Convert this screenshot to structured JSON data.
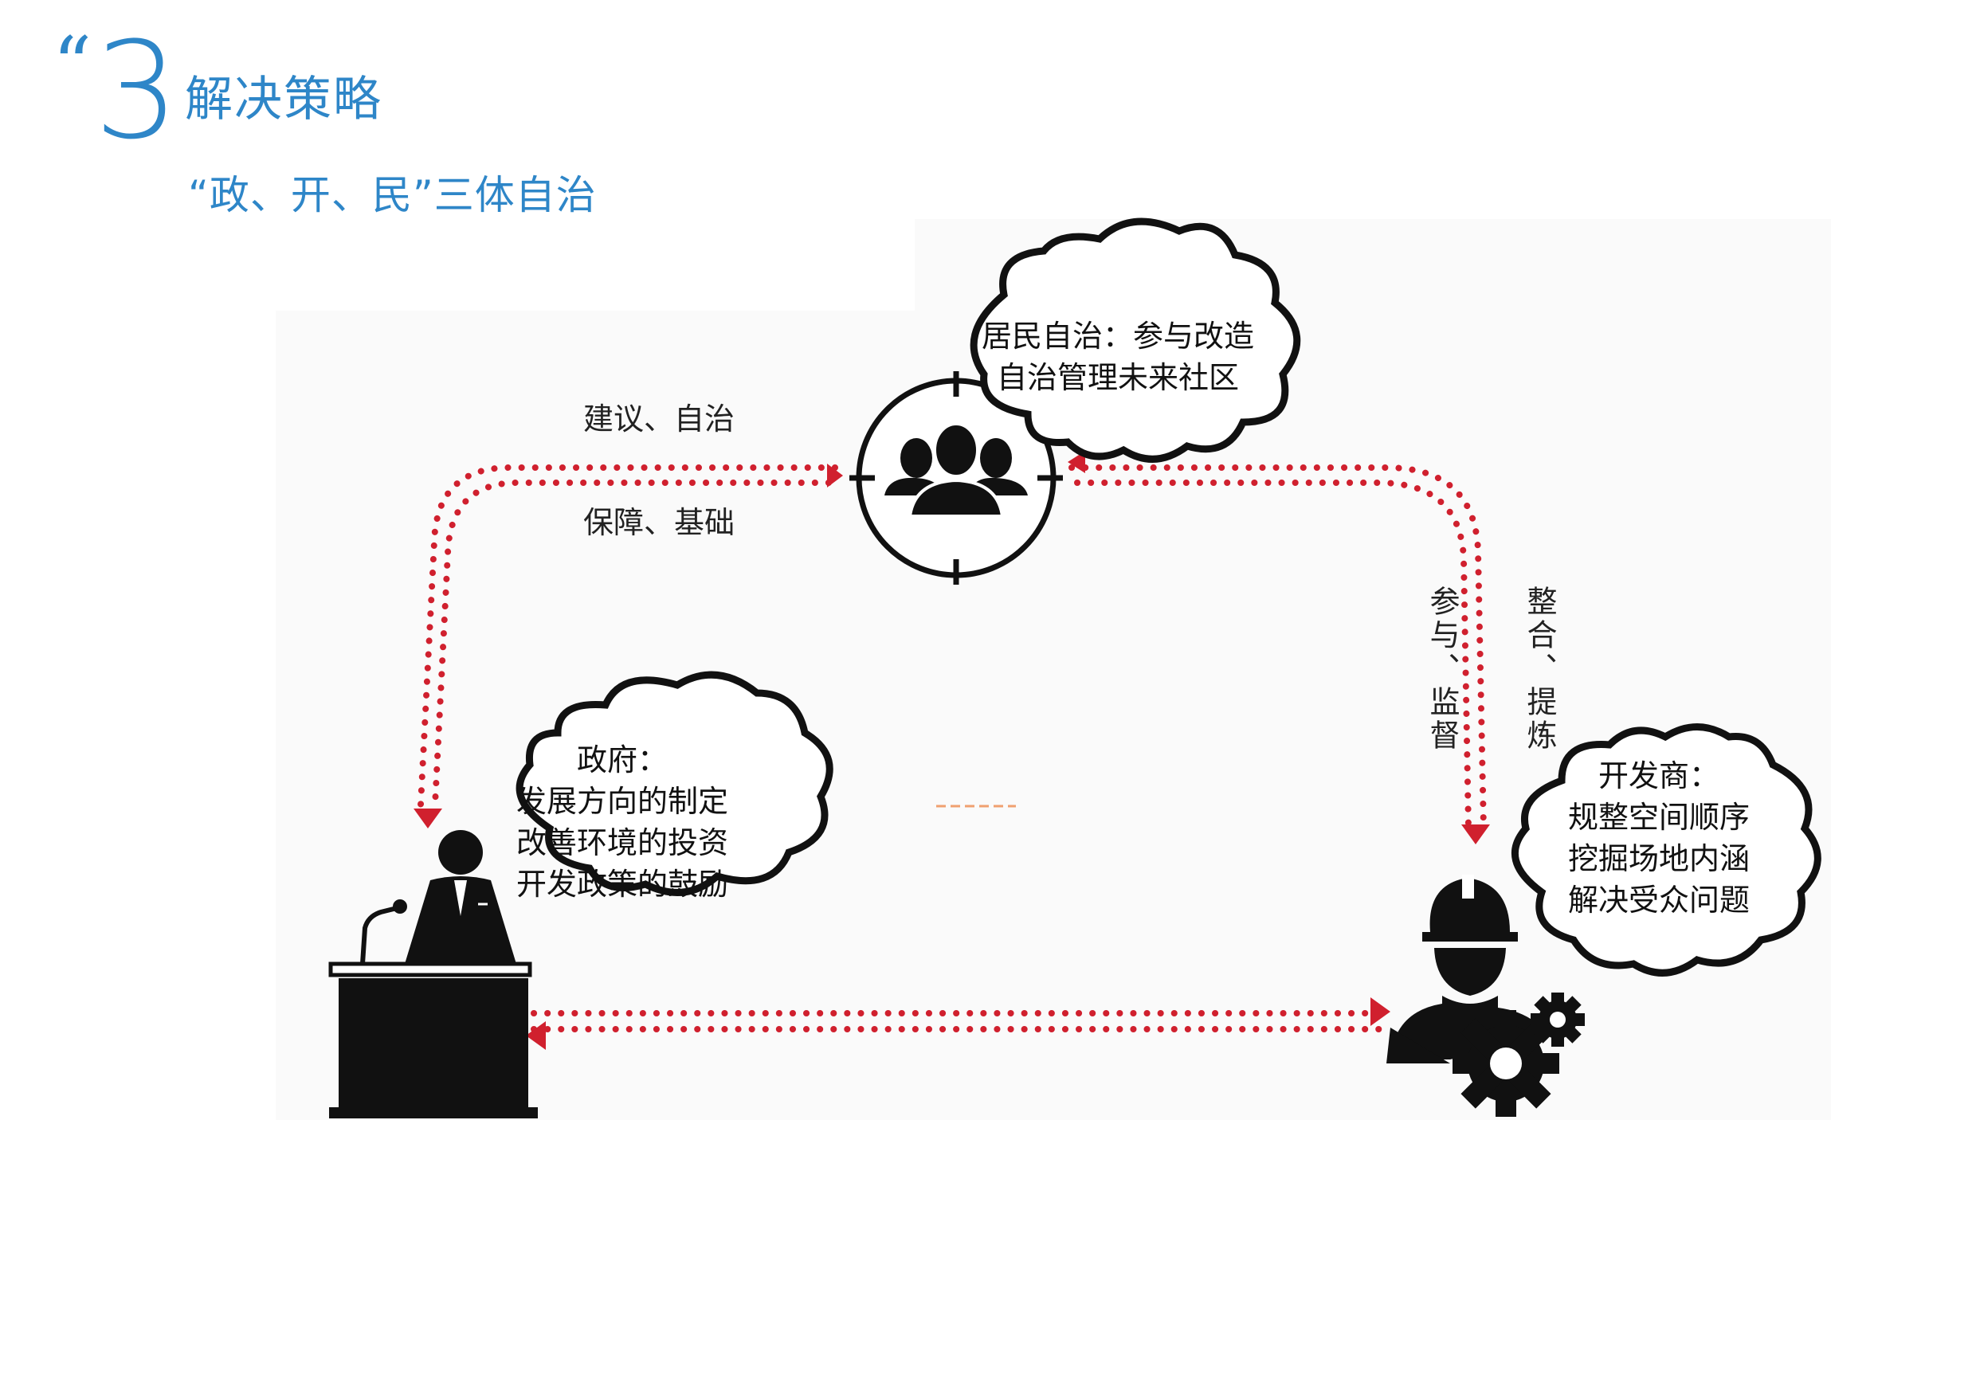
{
  "header": {
    "quote_mark": "“",
    "number": "3",
    "title": "解决策略",
    "subtitle": "“政、开、民”三体自治"
  },
  "diagram": {
    "top_left_label_1": "建议、自治",
    "top_left_label_2": "保障、基础",
    "right_label_1": "整合、提炼",
    "right_label_2": "参与、监督",
    "residents": {
      "line1": "居民自治：参与改造",
      "line2": "自治管理未来社区"
    },
    "government": {
      "line1": "政府：",
      "line2": "发展方向的制定",
      "line3": "改善环境的投资",
      "line4": "开发政策的鼓励"
    },
    "developer": {
      "line1": "开发商：",
      "line2": "规整空间顺序",
      "line3": "挖掘场地内涵",
      "line4": "解决受众问题"
    }
  },
  "colors": {
    "accent_blue": "#2e86c8",
    "dotted_red": "#d0202e",
    "icon_black": "#111111"
  },
  "icons": [
    "residents-group-icon",
    "government-podium-icon",
    "developer-worker-gear-icon",
    "cloud-bubble-icon"
  ]
}
